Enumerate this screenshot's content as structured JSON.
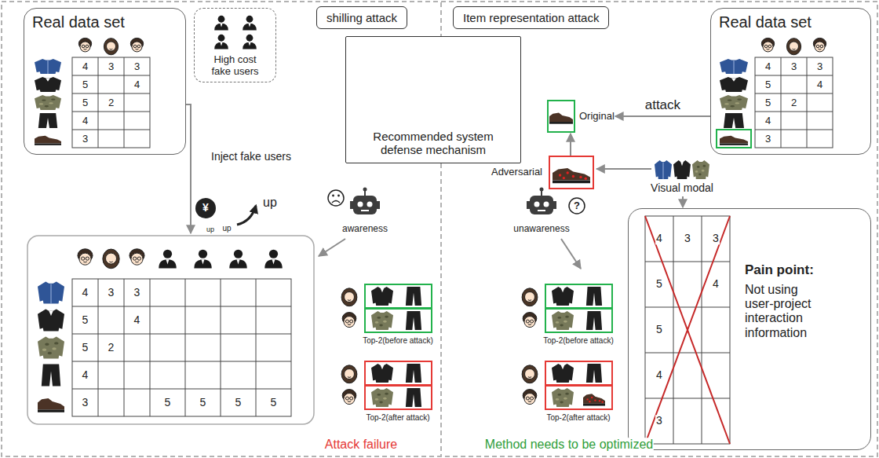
{
  "diagram": {
    "nodes": [
      {
        "text": [
          "Real data set"
        ]
      },
      {
        "text": [
          "High cost fake users"
        ]
      },
      {
        "text": [
          "shilling attack"
        ]
      },
      {
        "text": [
          "Recommended system defense mechanism"
        ]
      },
      {
        "text": [
          "Item representation attack"
        ]
      },
      {
        "text": [
          "Original"
        ]
      },
      {
        "text": [
          "Adversarial"
        ]
      },
      {
        "text": [
          "Real data set"
        ]
      },
      {
        "text": [
          "Pain point:",
          "Not using user-project interaction information"
        ]
      }
    ],
    "edges": [
      {
        "from": 7,
        "to": 5,
        "arrow": "to",
        "label": "attack"
      },
      {
        "from": 6,
        "to": 5,
        "arrow": "to"
      }
    ],
    "labels": [
      "4",
      "3",
      "3",
      "5",
      "4",
      "5",
      "2",
      "4",
      "3",
      "Inject fake users",
      "¥",
      "up",
      "up",
      "up",
      "awareness",
      "4",
      "3",
      "3",
      "5",
      "4",
      "5",
      "2",
      "4",
      "3",
      "5",
      "5",
      "5",
      "5",
      "Top-2(before attack)",
      "Top-2(after attack)",
      "Attack failure",
      "4",
      "3",
      "3",
      "5",
      "4",
      "5",
      "2",
      "4",
      "3",
      "Visual modal",
      "?",
      "unawareness",
      "Top-2(before attack)",
      "Top-2(after attack)",
      "Method needs to be optimized",
      "4",
      "3",
      "3",
      "5",
      "4",
      "5",
      "4",
      "3"
    ]
  }
}
